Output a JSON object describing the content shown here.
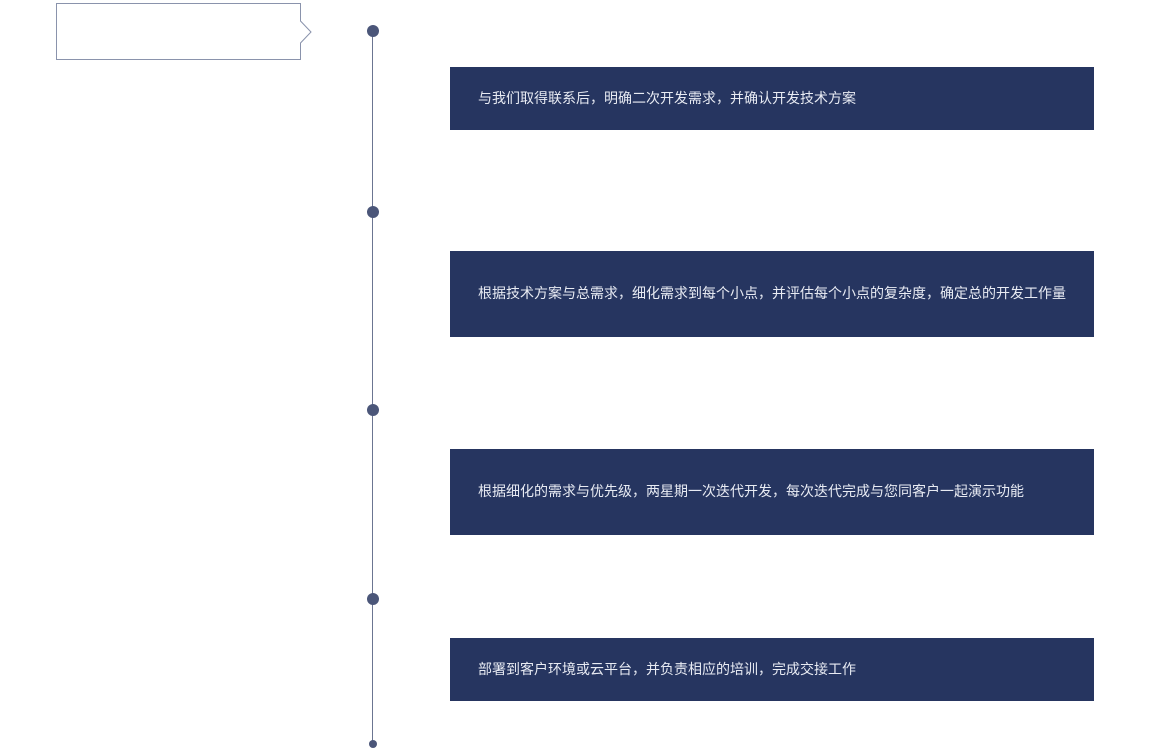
{
  "steps": [
    {
      "text": "与我们取得联系后，明确二次开发需求，并确认开发技术方案"
    },
    {
      "text": "根据技术方案与总需求，细化需求到每个小点，并评估每个小点的复杂度，确定总的开发工作量"
    },
    {
      "text": "根据细化的需求与优先级，两星期一次迭代开发，每次迭代完成与您同客户一起演示功能"
    },
    {
      "text": "部署到客户环境或云平台，并负责相应的培训，完成交接工作"
    }
  ],
  "colors": {
    "card": "#263560",
    "line": "#6b7591",
    "dot": "#4b5679"
  }
}
